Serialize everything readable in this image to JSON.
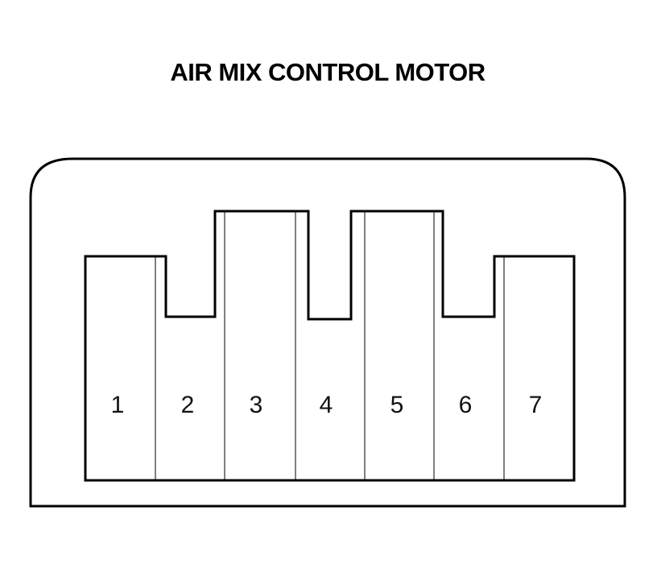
{
  "diagram": {
    "title": "AIR MIX CONTROL MOTOR",
    "pins": [
      {
        "number": "1"
      },
      {
        "number": "2"
      },
      {
        "number": "3"
      },
      {
        "number": "4"
      },
      {
        "number": "5"
      },
      {
        "number": "6"
      },
      {
        "number": "7"
      }
    ],
    "colors": {
      "line": "#000000",
      "background": "#ffffff"
    }
  }
}
